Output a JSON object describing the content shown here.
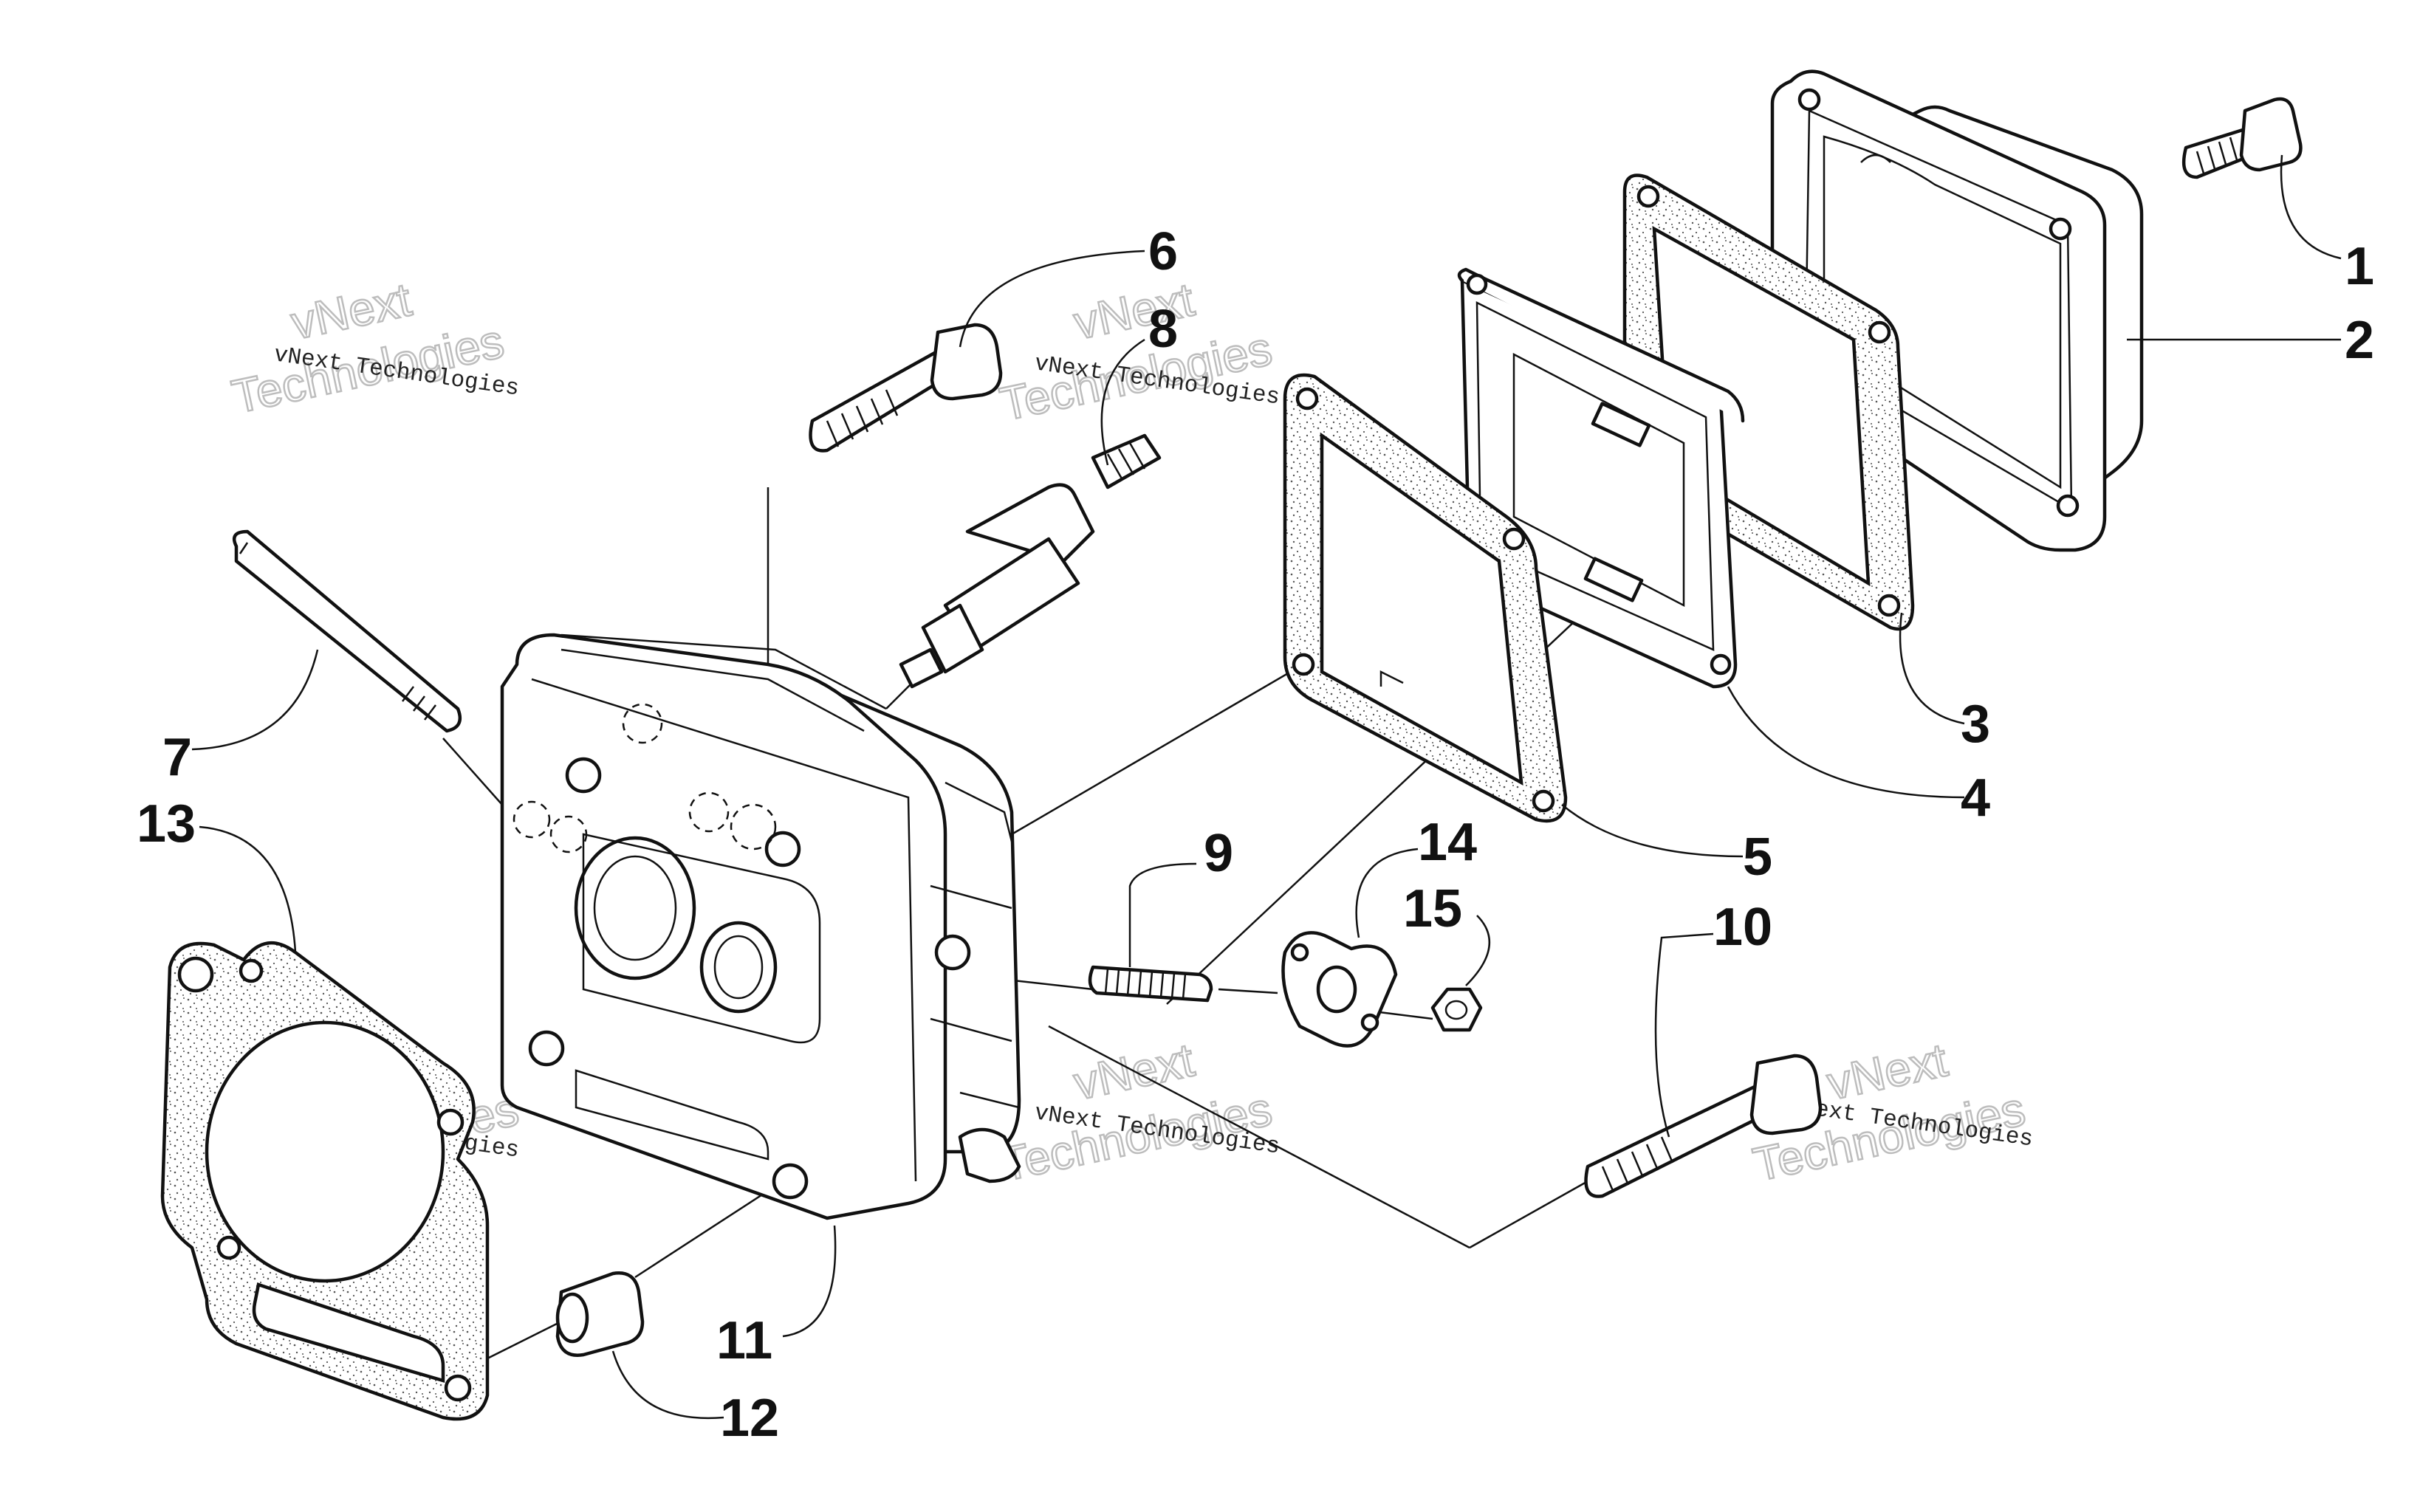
{
  "callouts": [
    {
      "id": "1",
      "text": "1"
    },
    {
      "id": "2",
      "text": "2"
    },
    {
      "id": "3",
      "text": "3"
    },
    {
      "id": "4",
      "text": "4"
    },
    {
      "id": "5",
      "text": "5"
    },
    {
      "id": "6",
      "text": "6"
    },
    {
      "id": "7",
      "text": "7"
    },
    {
      "id": "8",
      "text": "8"
    },
    {
      "id": "9",
      "text": "9"
    },
    {
      "id": "10",
      "text": "10"
    },
    {
      "id": "11",
      "text": "11"
    },
    {
      "id": "12",
      "text": "12"
    },
    {
      "id": "13",
      "text": "13"
    },
    {
      "id": "14",
      "text": "14"
    },
    {
      "id": "15",
      "text": "15"
    }
  ],
  "watermark": {
    "line1": "vNext",
    "line2": "Technologies",
    "small": "vNext Technologies"
  }
}
